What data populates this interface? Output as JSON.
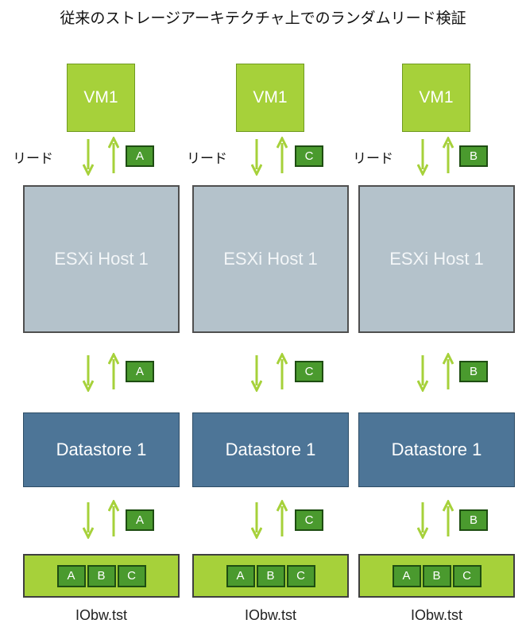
{
  "title": "従来のストレージアーキテクチャ上でのランダムリード検証",
  "read_label": "リード",
  "vm_label": "VM1",
  "host_label": "ESXi Host 1",
  "datastore_label": "Datastore 1",
  "file_label": "IObw.tst",
  "file_blocks": [
    "A",
    "B",
    "C"
  ],
  "columns": [
    {
      "block": "A"
    },
    {
      "block": "C"
    },
    {
      "block": "B"
    }
  ],
  "colors": {
    "vm_green": "#a6d13a",
    "block_green": "#4a9a2e",
    "host_gray": "#b4c2cb",
    "datastore_blue": "#4d7597",
    "arrow_green": "#a6d13a"
  }
}
